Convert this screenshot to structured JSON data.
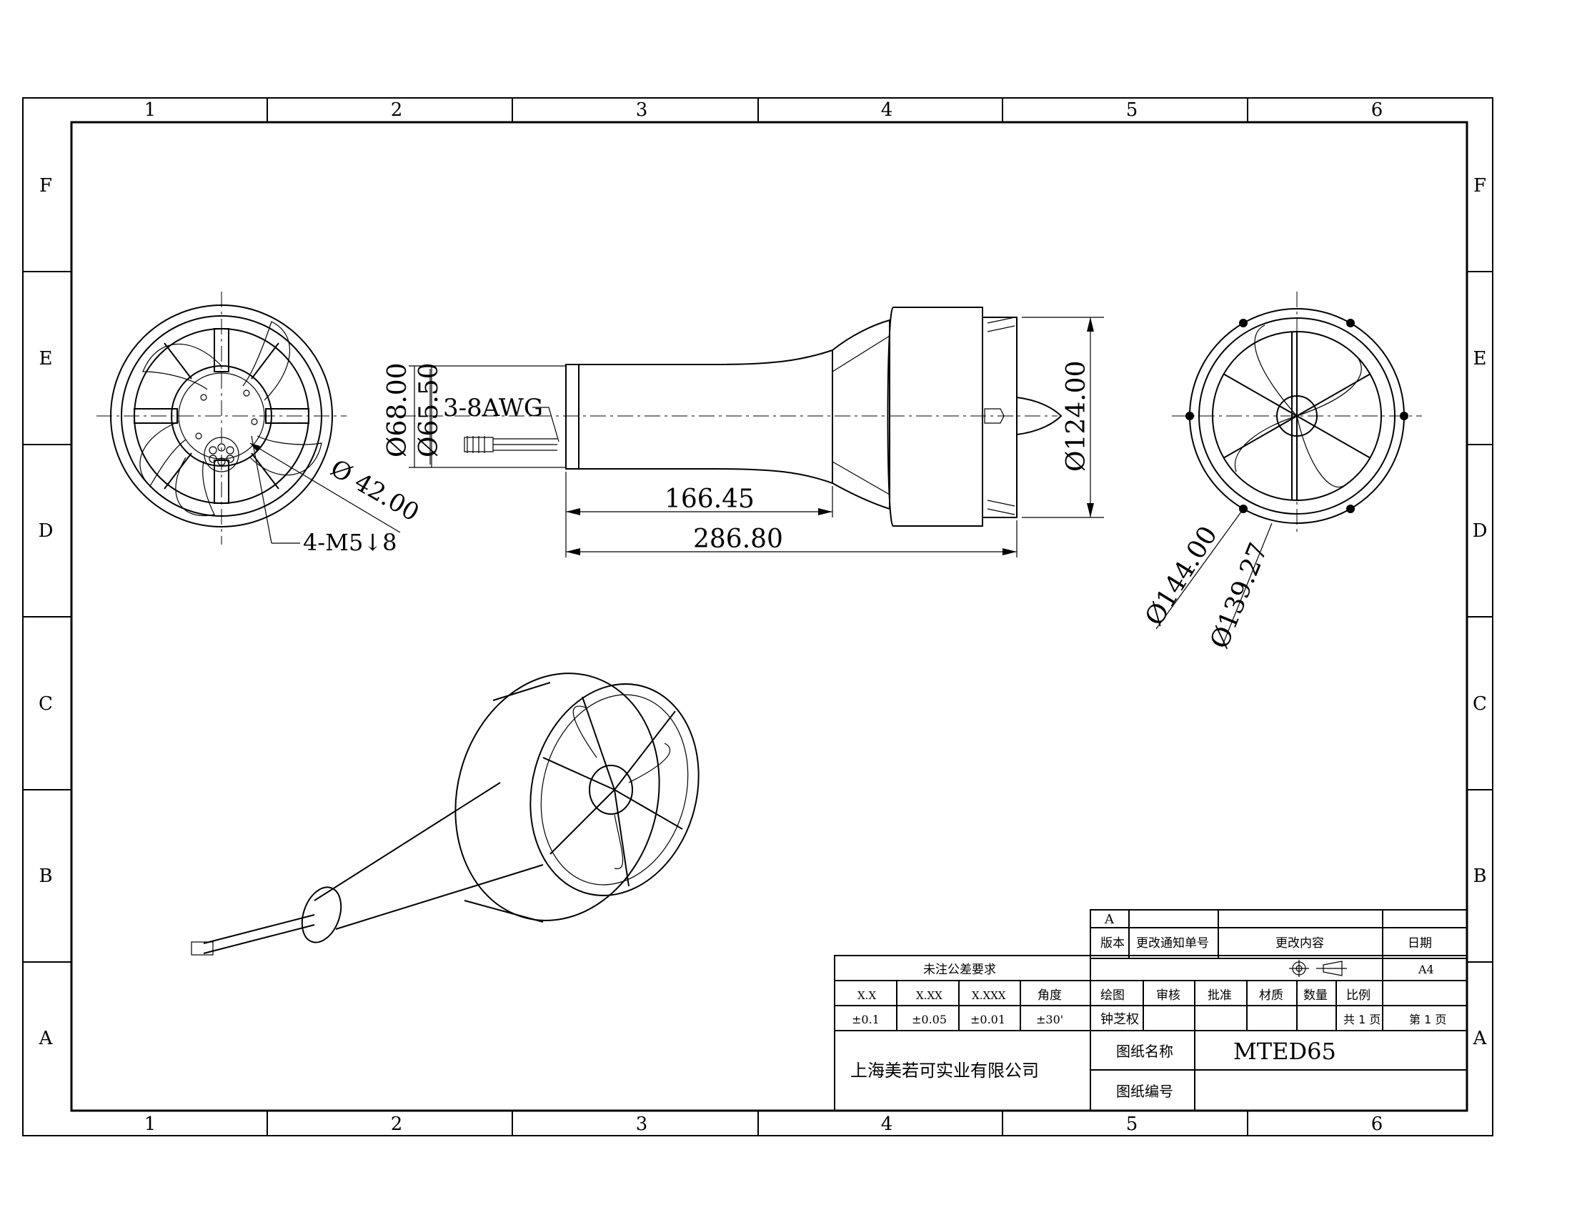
{
  "frame": {
    "columns": [
      "1",
      "2",
      "3",
      "4",
      "5",
      "6"
    ],
    "rows": [
      "F",
      "E",
      "D",
      "C",
      "B",
      "A"
    ]
  },
  "dimensions": {
    "front_dia": "Ø 42.00",
    "holes": "4-M5↓8",
    "dia_68": "Ø68.00",
    "dia_65": "Ø65.50",
    "cable": "3-8AWG",
    "len_166": "166.45",
    "len_286": "286.80",
    "dia_124": "Ø124.00",
    "dia_144": "Ø144.00",
    "dia_139": "Ø139.27"
  },
  "title_block": {
    "revision": {
      "rev_value": "A",
      "col_version": "版本",
      "col_notice": "更改通知单号",
      "col_content": "更改内容",
      "col_date": "日期"
    },
    "tolerance": {
      "title": "未注公差要求",
      "headers": [
        "X.X",
        "X.XX",
        "X.XXX",
        "角度"
      ],
      "values": [
        "±0.1",
        "±0.05",
        "±0.01",
        "±30'"
      ]
    },
    "sheet_size": "A4",
    "roles": [
      "绘图",
      "审核",
      "批准",
      "材质",
      "数量",
      "比例"
    ],
    "drafter": "钟芝权",
    "pages_total": "共 1 页",
    "page_current": "第 1 页",
    "company": "上海美若可实业有限公司",
    "name_label": "图纸名称",
    "name_value": "MTED65",
    "number_label": "图纸编号"
  }
}
